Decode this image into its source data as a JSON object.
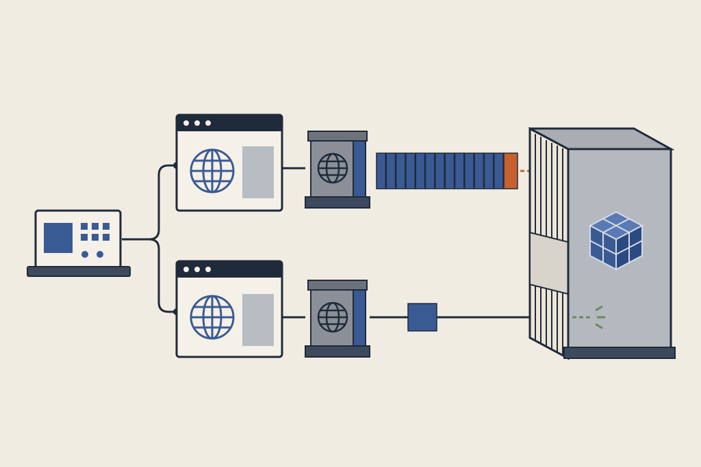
{
  "palette": {
    "background": "#f1ece1",
    "ink": "#1f2a3a",
    "blue": "#3a5a94",
    "gray": "#8a8f98",
    "light_gray": "#b8bcc3",
    "panel": "#f5f1e8",
    "alert_orange": "#c8602e",
    "ok_green": "#6a8a5a"
  },
  "nodes": {
    "client": {
      "kind": "control-terminal",
      "icon": "control-panel-icon"
    },
    "browser_top": {
      "kind": "browser-window",
      "icon": "globe-icon"
    },
    "browser_bottom": {
      "kind": "browser-window",
      "icon": "globe-icon"
    },
    "gateway_top": {
      "kind": "network-gateway",
      "icon": "globe-icon"
    },
    "gateway_bottom": {
      "kind": "network-gateway",
      "icon": "globe-icon"
    },
    "server": {
      "kind": "server-tower",
      "icon": "cube-stack-icon"
    }
  },
  "links": {
    "top": {
      "style": "packet-queue",
      "packet_count": 13,
      "end_state": "blocked",
      "end_color": "#c8602e"
    },
    "bottom": {
      "style": "single-packet",
      "packet_count": 1,
      "end_state": "accepted",
      "end_color": "#6a8a5a"
    }
  }
}
